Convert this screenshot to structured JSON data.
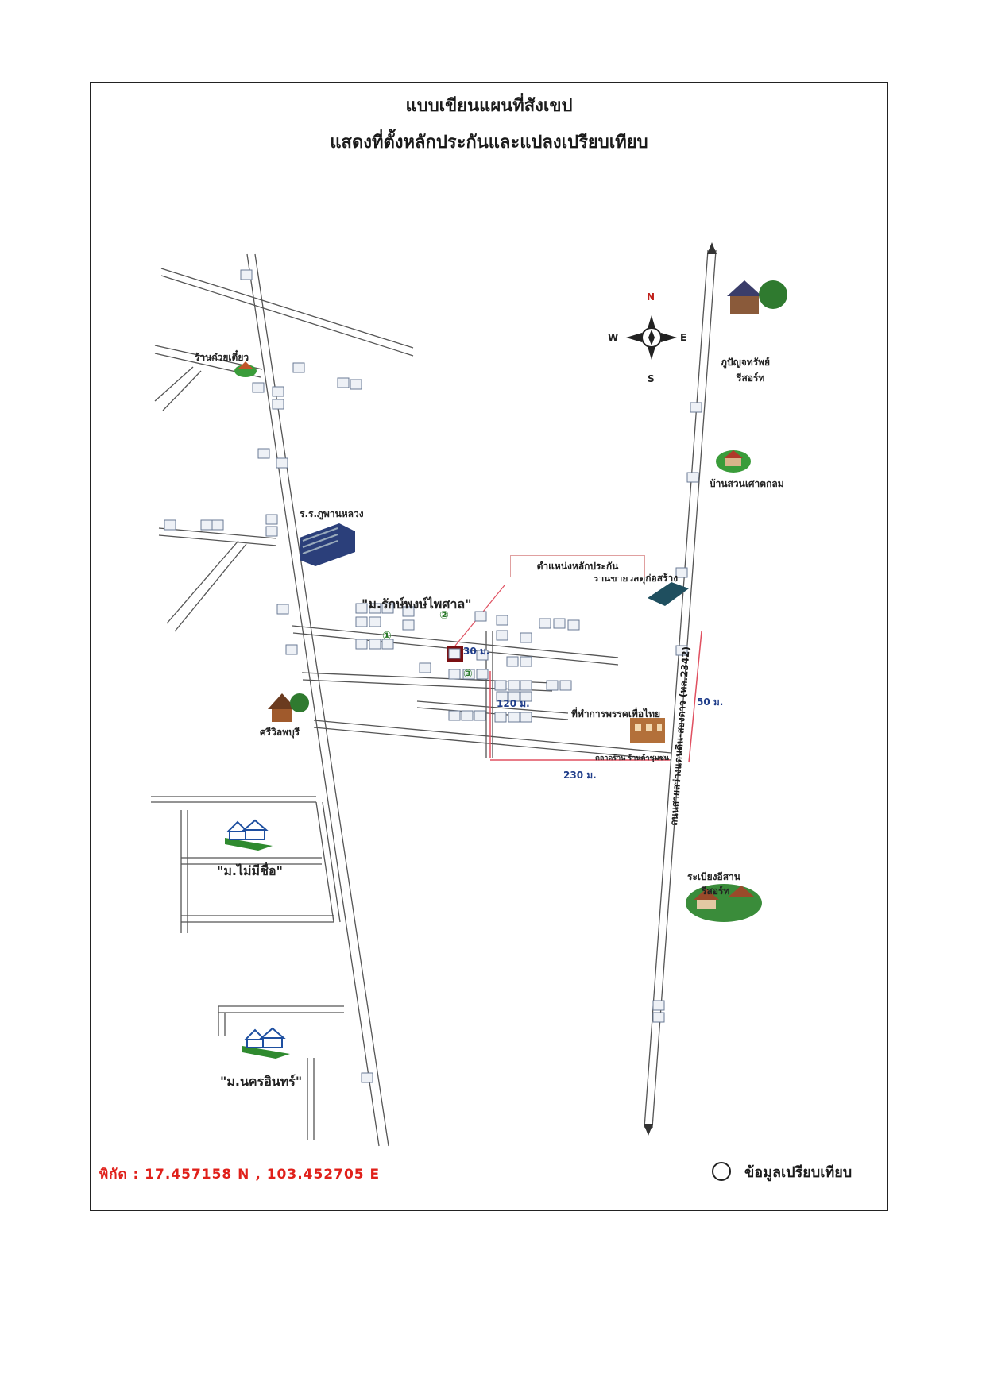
{
  "title": "แบบเขียนแผนที่สังเขป",
  "subtitle": "แสดงที่ตั้งหลักประกันและแปลงเปรียบเทียบ",
  "coordinates": "พิกัด : 17.457158 N , 103.452705 E",
  "legend": {
    "label": "ข้อมูลเปรียบเทียบ"
  },
  "subject_label": "ตำแหน่งหลักประกัน",
  "compass": {
    "n": "N",
    "s": "S",
    "e": "E",
    "w": "W"
  },
  "places": {
    "noodle_shop": "ร้านก๋วยเตี๋ยว",
    "school": "ร.ร.ภูพานหลวง",
    "village_main": "\"ม.รักษ์พงษ์ไพศาล\"",
    "temple": "ศรีวิลพบุรี",
    "village_unnamed": "\"ม.ไม่มีชื่อ\"",
    "village_nakorn": "\"ม.นครอินทร์\"",
    "resort_1": "ภูปัญจทรัพย์",
    "resort_1b": "รีสอร์ท",
    "garden_home": "บ้านสวนเศาตกลม",
    "construction_shop": "ร้านขายวัสดุก่อสร้าง",
    "party_office": "ที่ทำการพรรคเพื่อไทย",
    "shop_small": "ตลาดร้าน ร้านค้าชุมชน",
    "resort_2": "ระเบียงอีสาน",
    "resort_2b": "รีสอร์ท",
    "main_road": "ถนนสายสว่างแดนดิน-สองดาว (ทล.2342)"
  },
  "distances": {
    "d30": "30 ม.",
    "d120": "120 ม.",
    "d50": "50 ม.",
    "d230": "230 ม."
  },
  "markers": [
    "①",
    "②",
    "③"
  ],
  "colors": {
    "coords": "#e0201a",
    "road": "#c9cfd6",
    "road_edge": "#555555",
    "subject": "#7a0f12",
    "distance": "#1f3d8a"
  }
}
